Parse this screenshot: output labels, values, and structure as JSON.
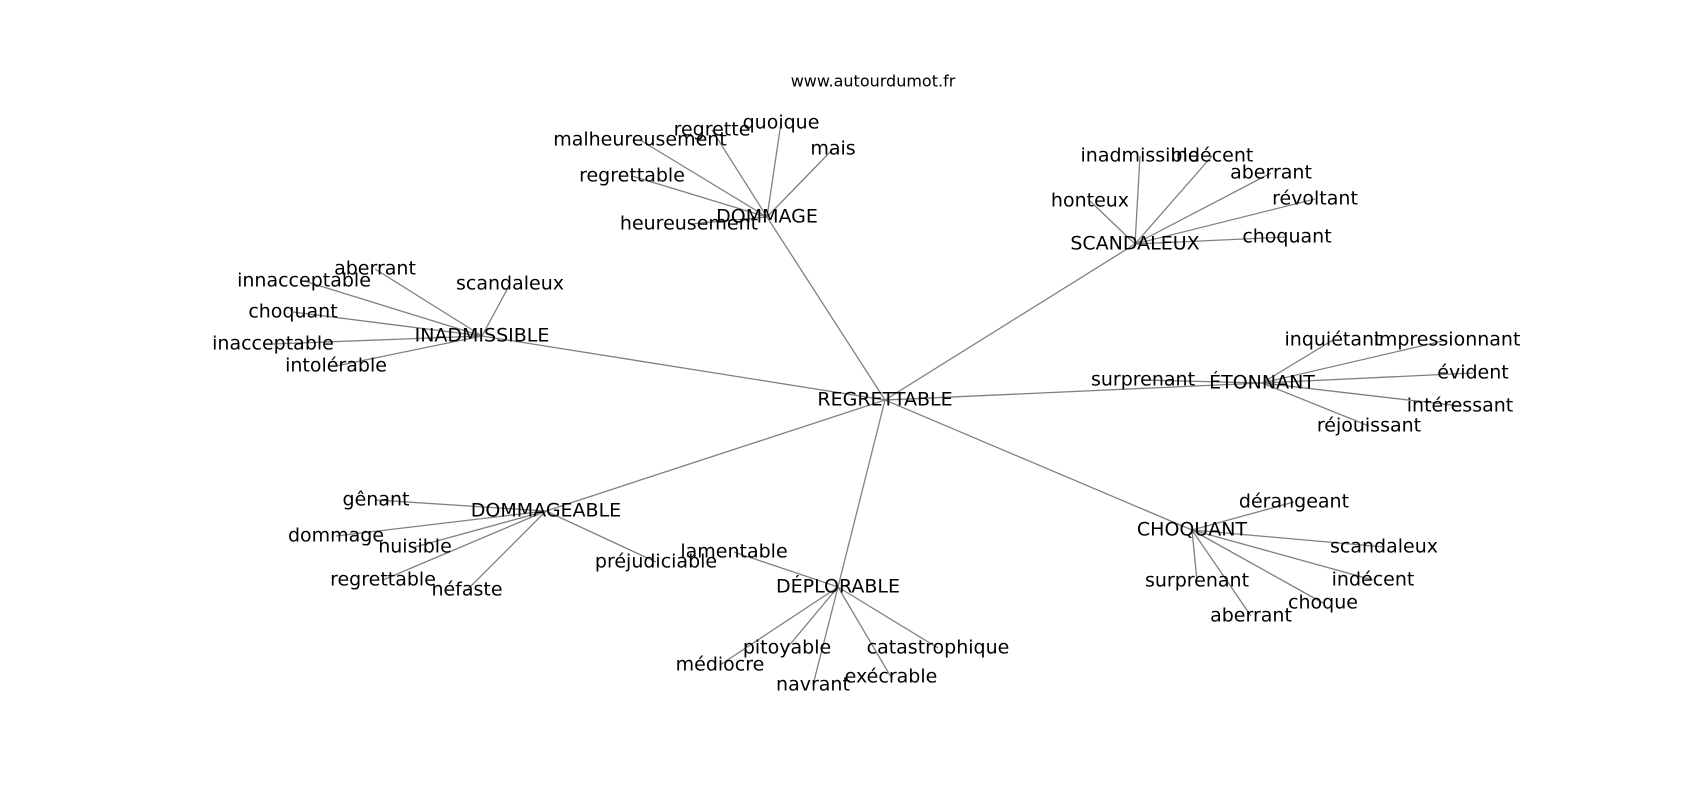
{
  "site": "www.autourdumot.fr",
  "root": "REGRETTABLE",
  "clusters": [
    {
      "label": "DOMMAGE",
      "leaves": [
        "malheureusement",
        "regrette",
        "quoique",
        "mais",
        "regrettable",
        "heureusement"
      ]
    },
    {
      "label": "SCANDALEUX",
      "leaves": [
        "inadmissible",
        "indécent",
        "aberrant",
        "révoltant",
        "honteux",
        "choquant"
      ]
    },
    {
      "label": "INADMISSIBLE",
      "leaves": [
        "aberrant",
        "innacceptable",
        "scandaleux",
        "choquant",
        "inacceptable",
        "intolérable"
      ]
    },
    {
      "label": "ÉTONNANT",
      "leaves": [
        "inquiétant",
        "impressionnant",
        "surprenant",
        "évident",
        "intéressant",
        "réjouissant"
      ]
    },
    {
      "label": "DOMMAGEABLE",
      "leaves": [
        "gênant",
        "dommage",
        "nuisible",
        "regrettable",
        "néfaste",
        "préjudiciable"
      ]
    },
    {
      "label": "DÉPLORABLE",
      "leaves": [
        "lamentable",
        "pitoyable",
        "médiocre",
        "navrant",
        "catastrophique",
        "exécrable"
      ]
    },
    {
      "label": "CHOQUANT",
      "leaves": [
        "dérangeant",
        "scandaleux",
        "surprenant",
        "indécent",
        "choque",
        "aberrant"
      ]
    }
  ]
}
